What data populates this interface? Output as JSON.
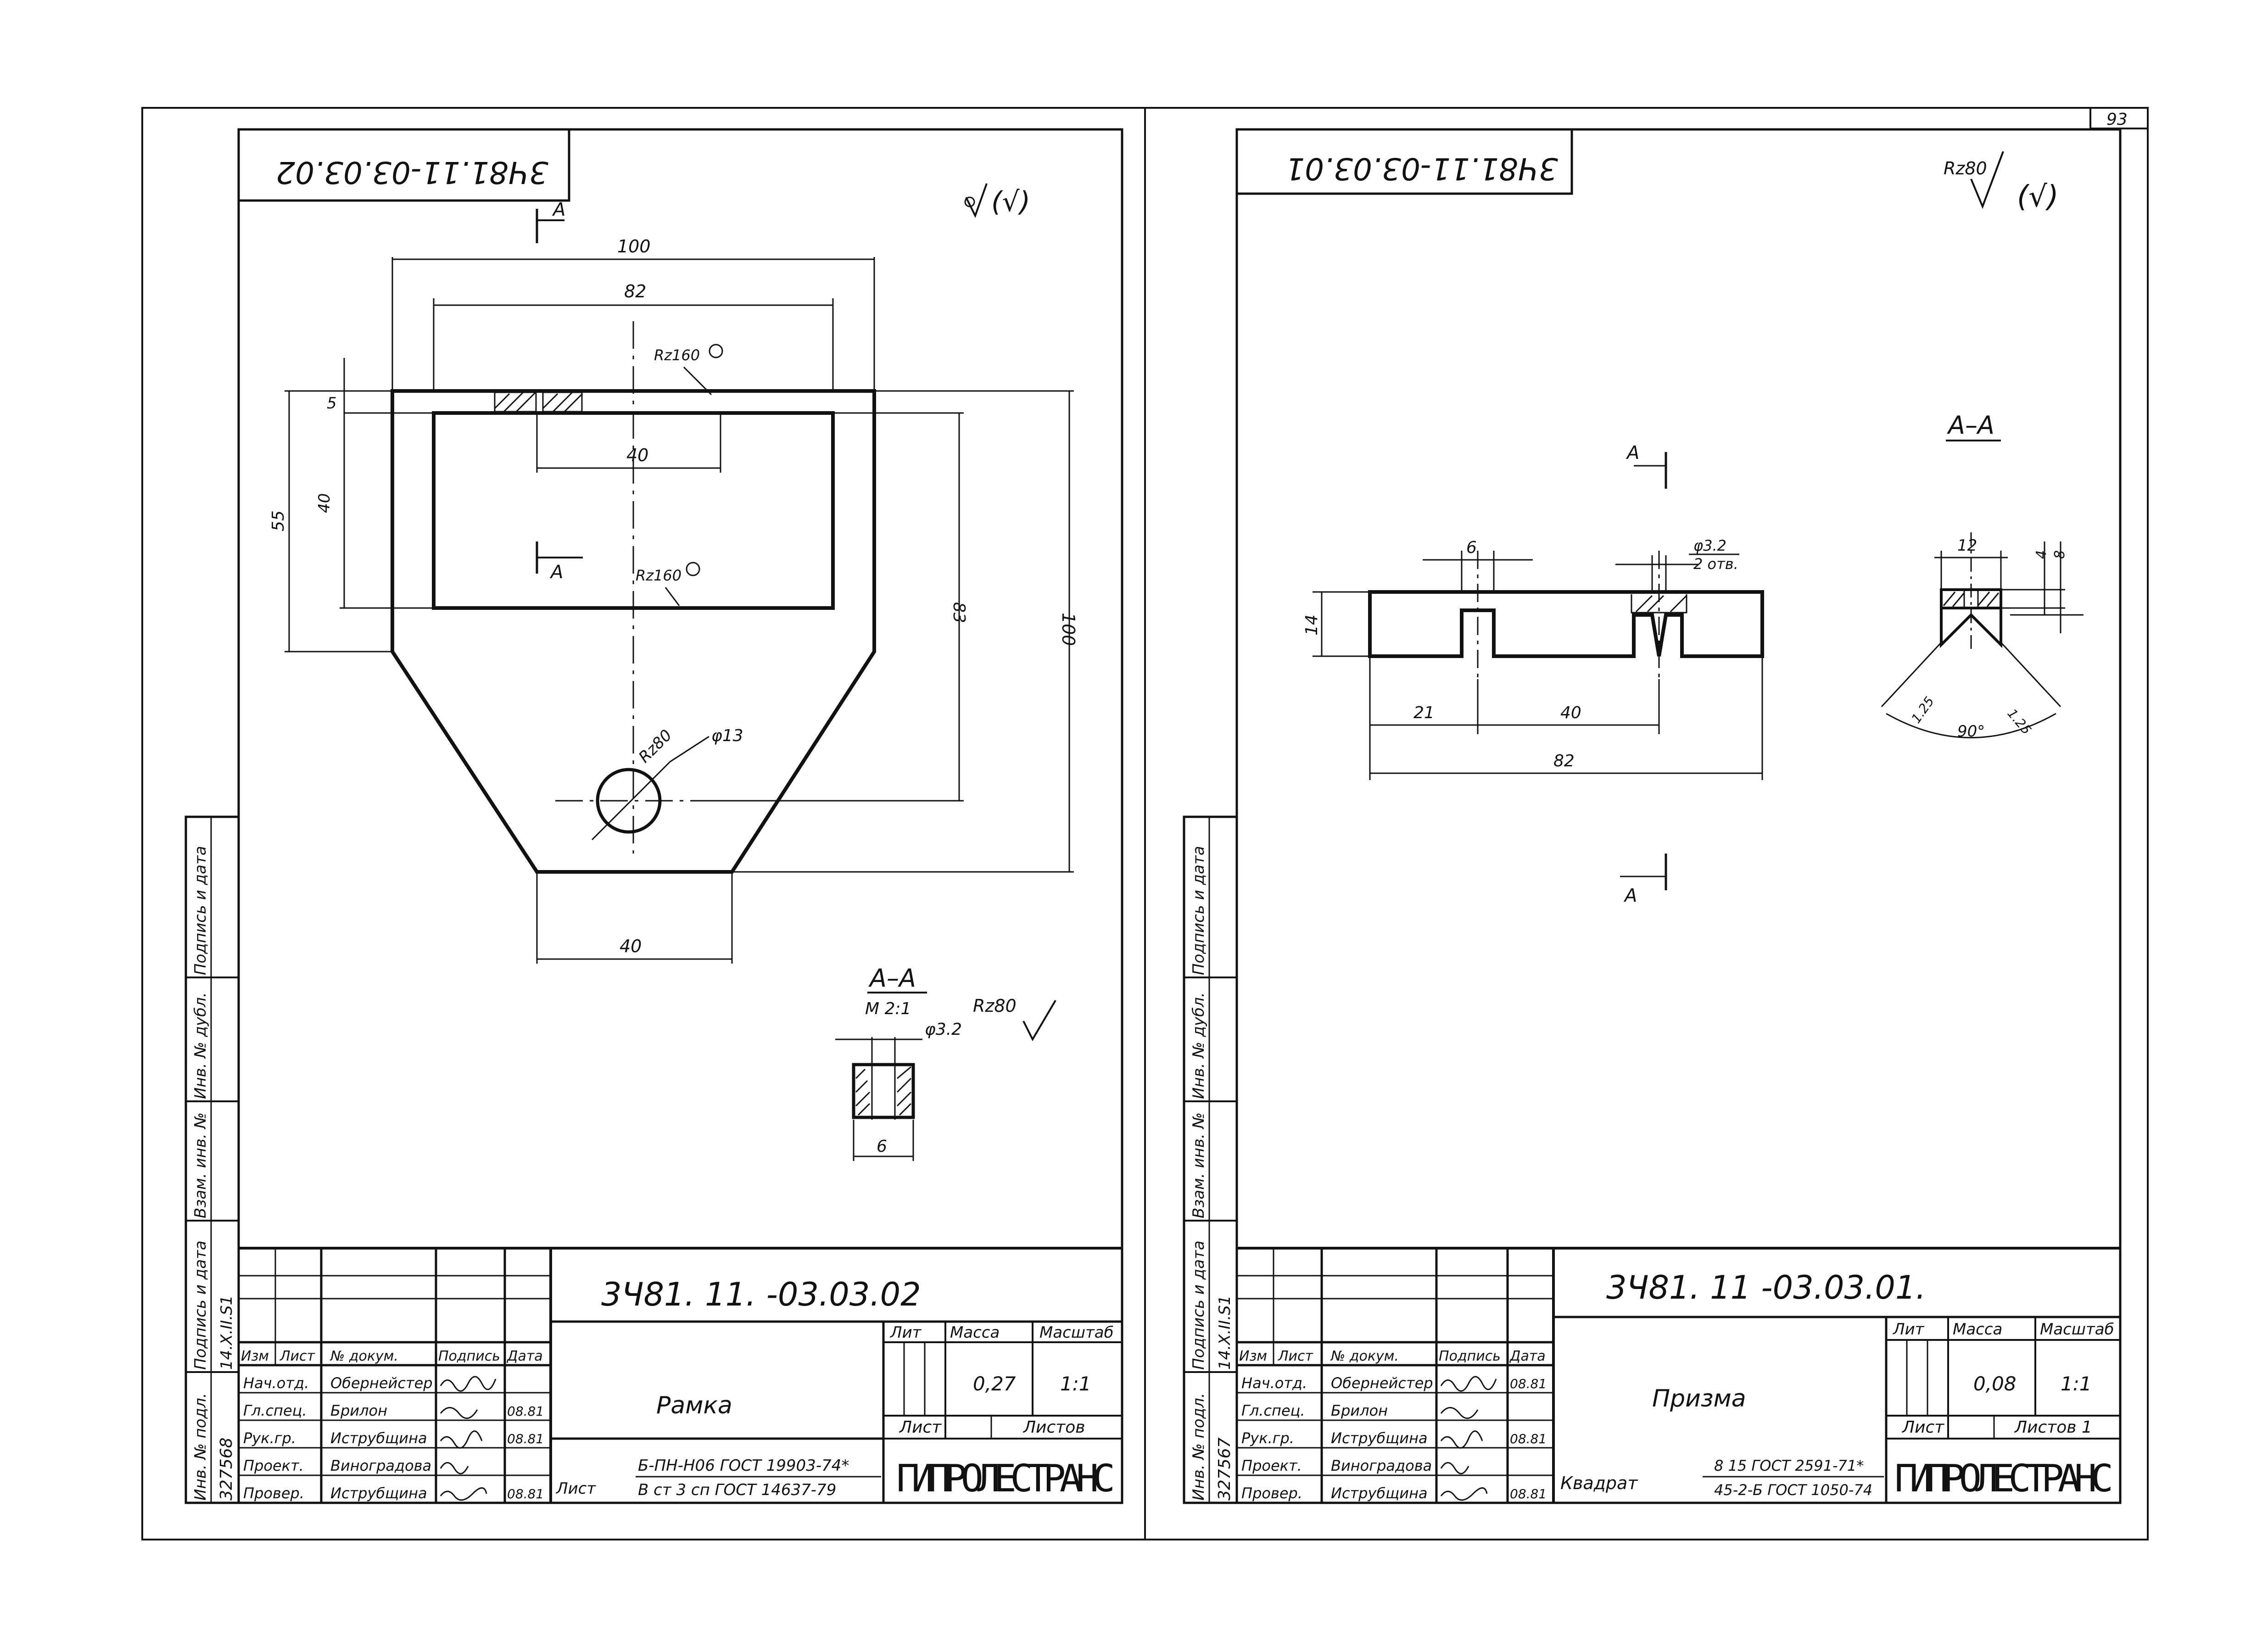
{
  "page_number": "93",
  "left": {
    "stamp_code": "3Ч81.11-03.03.02",
    "roughness_general": "(√)",
    "section_cut_label": "А",
    "dimensions": {
      "width_top": "100",
      "width_inner": "82",
      "slot_width": "40",
      "bottom_width": "40",
      "top_strip": "5",
      "window_height": "40",
      "height_55": "55",
      "height_83": "83",
      "total_height": "100",
      "hole_dia": "φ13",
      "rz160_a": "Rz160",
      "rz160_b": "Rz160",
      "rz80": "Rz80"
    },
    "section": {
      "title": "А–А",
      "scale": "М 2:1",
      "rz": "Rz80",
      "dia": "φ3.2",
      "width": "6"
    },
    "title_block": {
      "designation": "3Ч81. 11. -03.03.02",
      "name": "Рамка",
      "material_top": "Б-ПН-Н06 ГОСТ 19903-74*",
      "material_bottom": "В ст 3 сп ГОСТ 14637-79",
      "material_prefix": "Лист",
      "col_lit": "Лит",
      "col_mass": "Масса",
      "col_scale": "Масштаб",
      "mass": "0,27",
      "scale": "1:1",
      "sheet": "Лист",
      "sheets": "Листов",
      "org": "ГИПРОЛЕСТРАНС",
      "hdr": [
        "Изм",
        "Лист",
        "№ докум.",
        "Подпись",
        "Дата"
      ],
      "rows": [
        {
          "role": "Нач.отд.",
          "name": "Обернейстер",
          "date": ""
        },
        {
          "role": "Гл.спец.",
          "name": "Брилон",
          "date": "08.81"
        },
        {
          "role": "Рук.гр.",
          "name": "Иструбщина",
          "date": "08.81"
        },
        {
          "role": "Проект.",
          "name": "Виноградова",
          "date": ""
        },
        {
          "role": "Провер.",
          "name": "Иструбщина",
          "date": "08.81"
        }
      ]
    },
    "side_stamp": {
      "labels": [
        "Инв. № подл.",
        "Подпись и дата",
        "Взам. инв. №",
        "Инв. № дубл.",
        "Подпись и дата"
      ],
      "inv_no": "327568",
      "date": "14.X.II.S1"
    }
  },
  "right": {
    "stamp_code": "3Ч81.11-03.03.01",
    "roughness_general": "Rz80",
    "roughness_paren": "(√)",
    "section_cut_label": "А",
    "dimensions": {
      "groove_w": "6",
      "hole_note_1": "φ3.2",
      "hole_note_2": "2 отв.",
      "height": "14",
      "d21": "21",
      "d40": "40",
      "d82": "82"
    },
    "section": {
      "title": "А–А",
      "width": "12",
      "d4": "4",
      "d8": "8",
      "c1": "1.25",
      "c2": "1.25",
      "angle": "90°"
    },
    "title_block": {
      "designation": "3Ч81. 11 -03.03.01.",
      "name": "Призма",
      "material_prefix": "Квадрат",
      "material_top": "8 15 ГОСТ 2591-71*",
      "material_bottom": "45-2-Б ГОСТ 1050-74",
      "col_lit": "Лит",
      "col_mass": "Масса",
      "col_scale": "Масштаб",
      "mass": "0,08",
      "scale": "1:1",
      "sheet": "Лист",
      "sheets": "Листов 1",
      "org": "ГИПРОЛЕСТРАНС",
      "hdr": [
        "Изм",
        "Лист",
        "№ докум.",
        "Подпись",
        "Дата"
      ],
      "rows": [
        {
          "role": "Нач.отд.",
          "name": "Обернейстер",
          "date": "08.81"
        },
        {
          "role": "Гл.спец.",
          "name": "Брилон",
          "date": ""
        },
        {
          "role": "Рук.гр.",
          "name": "Иструбщина",
          "date": "08.81"
        },
        {
          "role": "Проект.",
          "name": "Виноградова",
          "date": ""
        },
        {
          "role": "Провер.",
          "name": "Иструбщина",
          "date": "08.81"
        }
      ]
    },
    "side_stamp": {
      "labels": [
        "Инв. № подл.",
        "Подпись и дата",
        "Взам. инв. №",
        "Инв. № дубл.",
        "Подпись и дата"
      ],
      "inv_no": "327567",
      "date": "14.X.II.S1"
    }
  }
}
